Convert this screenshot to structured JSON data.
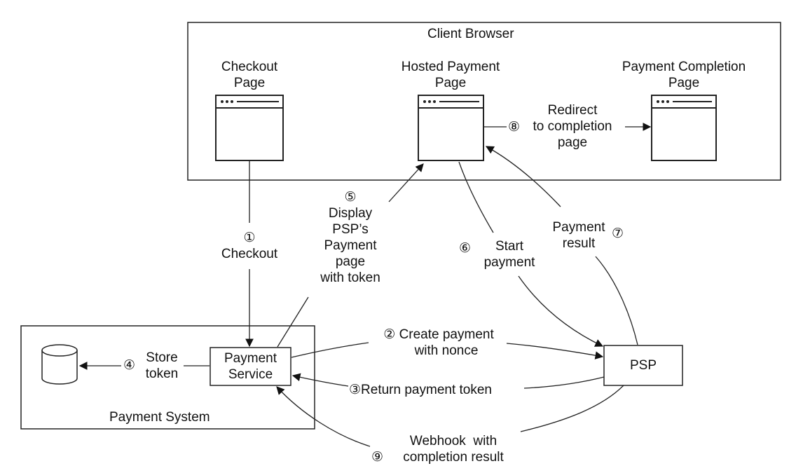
{
  "groups": {
    "client_browser": "Client Browser",
    "payment_system": "Payment System"
  },
  "pages": {
    "checkout": [
      "Checkout",
      "Page"
    ],
    "hosted_payment": [
      "Hosted Payment",
      "Page"
    ],
    "completion": [
      "Payment Completion",
      "Page"
    ]
  },
  "nodes": {
    "payment_service": [
      "Payment",
      "Service"
    ],
    "psp": "PSP"
  },
  "steps": {
    "s1_num": "①",
    "s1": [
      "Checkout"
    ],
    "s2_num": "②",
    "s2": [
      "Create payment",
      "with nonce"
    ],
    "s3_num": "③",
    "s3": [
      "Return payment token"
    ],
    "s4_num": "④",
    "s4": [
      "Store",
      "token"
    ],
    "s5_num": "⑤",
    "s5": [
      "Display",
      "PSP’s",
      "Payment",
      "page",
      "with token"
    ],
    "s6_num": "⑥",
    "s6": [
      "Start",
      "payment"
    ],
    "s7_num": "⑦",
    "s7": [
      "Payment",
      "result"
    ],
    "s8_num": "⑧",
    "s8": [
      "Redirect",
      "to completion",
      "page"
    ],
    "s9_num": "⑨",
    "s9": [
      "Webhook  with",
      "completion result"
    ]
  },
  "icons": {
    "browser_window": "browser-window-icon",
    "database": "database-icon"
  }
}
